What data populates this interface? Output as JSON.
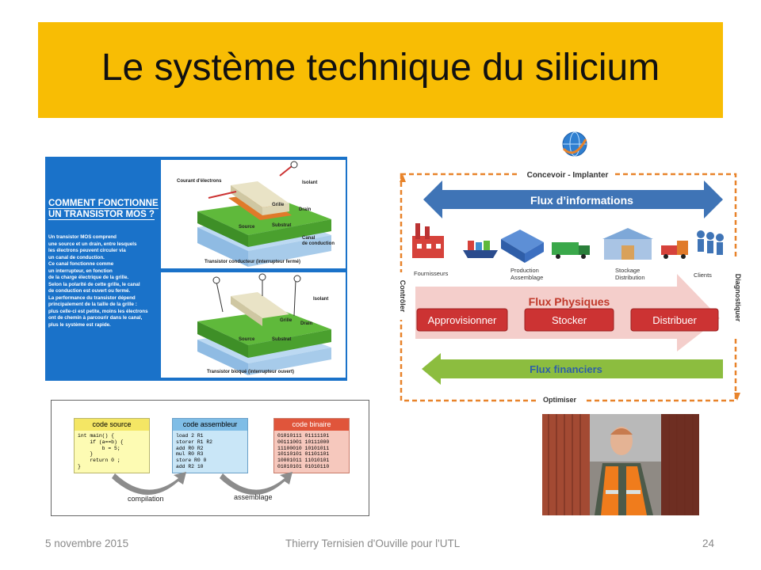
{
  "slide": {
    "title": "Le système technique du silicium",
    "footer_date": "5  novembre  2015",
    "footer_author": "Thierry Ternisien d'Ouville pour l'UTL",
    "page_number": "24"
  },
  "transistor": {
    "heading_line1": "COMMENT FONCTIONNE",
    "heading_line2": "UN TRANSISTOR MOS ?",
    "body_lines": [
      "Un transistor MOS comprend",
      "une source et un drain, entre lesquels",
      "les électrons peuvent circuler via",
      "un canal de conduction.",
      "Ce canal fonctionne comme",
      "un interrupteur, en fonction",
      "de la charge électrique de la grille.",
      "Selon la polarité de cette grille, le canal",
      "de conduction est ouvert ou fermé.",
      "La performance du transistor dépend",
      "principalement de la taille de la grille :",
      "plus celle-ci est petite, moins les électrons",
      "ont de chemin à parcourir dans le canal,",
      "plus le système est rapide."
    ],
    "top_labels": {
      "courant": "Courant d'électrons",
      "isolant": "Isolant",
      "grille": "Grille",
      "drain": "Drain",
      "source": "Source",
      "substrat": "Substrat",
      "canal": "Canal\nde conduction",
      "caption": "Transistor conducteur (interrupteur fermé)"
    },
    "bottom_labels": {
      "isolant": "Isolant",
      "grille": "Grille",
      "drain": "Drain",
      "source": "Source",
      "substrat": "Substrat",
      "caption": "Transistor bloqué (interrupteur ouvert)"
    }
  },
  "supply_chain": {
    "top_label": "Concevoir - Implanter",
    "bottom_label": "Optimiser",
    "left_label": "Contrôler",
    "right_label": "Diagnostiquer",
    "flux_info": "Flux d’informations",
    "flux_physiques": "Flux Physiques",
    "flux_financiers": "Flux financiers",
    "actors": [
      "Fournisseurs",
      "Production\nAssemblage",
      "Stockage\nDistribution",
      "Clients"
    ],
    "steps": [
      "Approvisionner",
      "Stocker",
      "Distribuer"
    ],
    "colors": {
      "dashed_border": "#e8832a",
      "info_arrow": "#3f74b6",
      "physique_arrow": "#f2c6c2",
      "step_box": "#cc3333",
      "finance_arrow": "#8cbd3f"
    }
  },
  "code_flow": {
    "boxes": [
      {
        "title": "code source",
        "lines": [
          "int main() {",
          "    if (a==b) {",
          "        b = 5;",
          "    }",
          "    return 0 ;",
          "}"
        ]
      },
      {
        "title": "code assembleur",
        "lines": [
          "load 2 R1",
          "storer R1 R2",
          "add R0 R2",
          "mul R0 R3",
          "store R0 0",
          "add R2 10"
        ]
      },
      {
        "title": "code binaire",
        "lines": [
          "01010111 01111101",
          "00111001 10111000",
          "11100010 10101011",
          "10110101 01101101",
          "10001011 11010101",
          "01010101 01010110"
        ]
      }
    ],
    "arrow_labels": [
      "compilation",
      "assemblage"
    ]
  }
}
